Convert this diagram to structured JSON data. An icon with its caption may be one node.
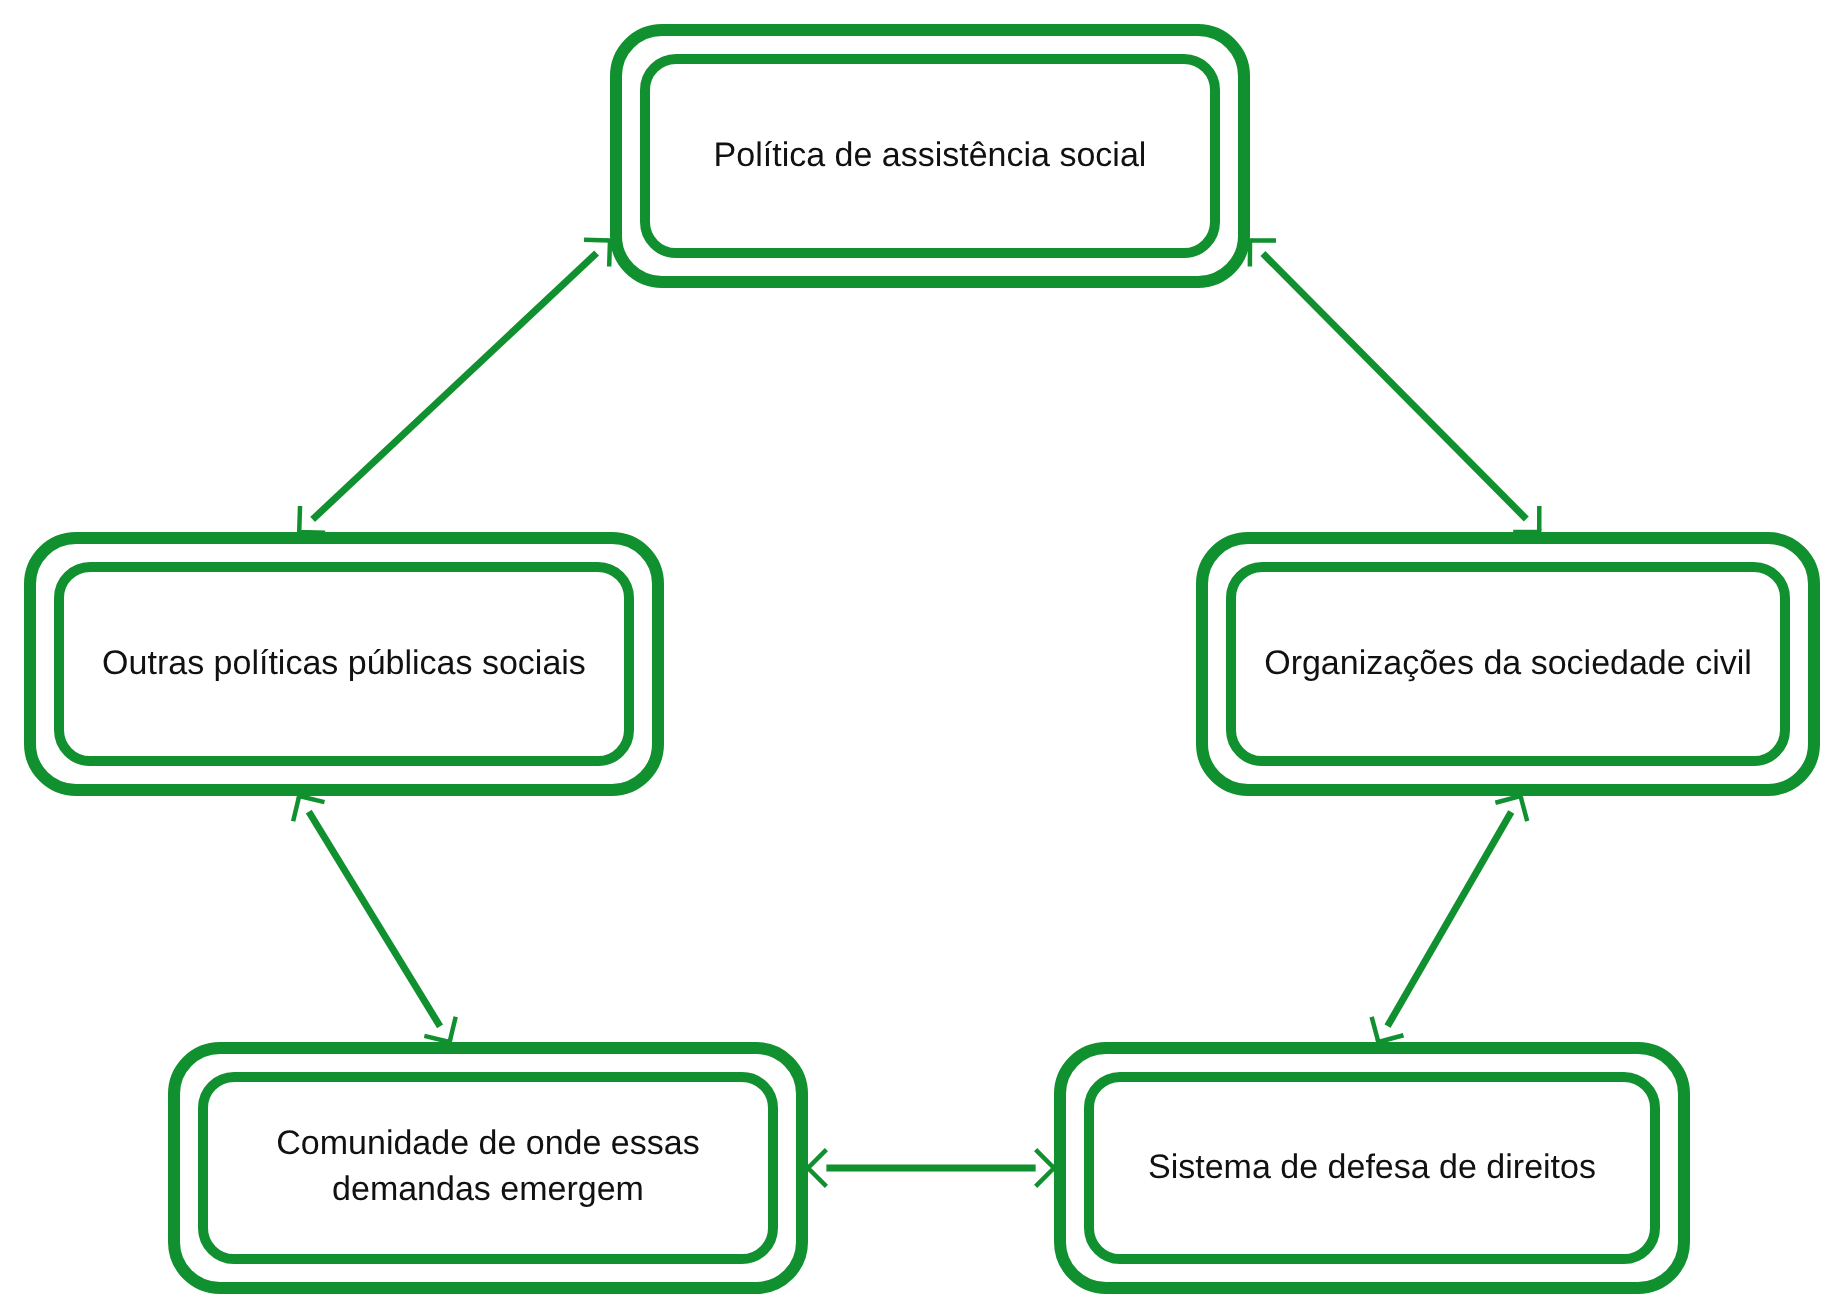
{
  "diagram": {
    "nodes": [
      {
        "text": [
          "Política de assistência social"
        ]
      },
      {
        "text": [
          "Outras políticas públicas sociais"
        ]
      },
      {
        "text": [
          "Organizações da sociedade civil"
        ]
      },
      {
        "text": [
          "Comunidade de onde essas demandas emergem"
        ]
      },
      {
        "text": [
          "Sistema de defesa de direitos"
        ]
      }
    ],
    "edges": [
      {
        "from": 1,
        "to": 0,
        "arrow": "both"
      },
      {
        "from": 0,
        "to": 2,
        "arrow": "both"
      },
      {
        "from": 1,
        "to": 3,
        "arrow": "both"
      },
      {
        "from": 2,
        "to": 4,
        "arrow": "both"
      },
      {
        "from": 3,
        "to": 4,
        "arrow": "both"
      }
    ]
  }
}
